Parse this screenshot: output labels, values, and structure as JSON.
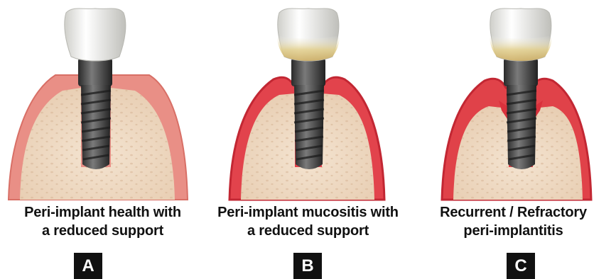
{
  "panels": [
    {
      "caption_line1": "Peri-implant health with",
      "caption_line2": "a reduced support",
      "label": "A"
    },
    {
      "caption_line1": "Peri-implant mucositis with",
      "caption_line2": "a reduced support",
      "label": "B"
    },
    {
      "caption_line1": "Recurrent / Refractory",
      "caption_line2": "peri-implantitis",
      "label": "C"
    }
  ],
  "colors": {
    "gingiva_healthy": "#e98f86",
    "gingiva_inflamed": "#d9313c",
    "bone": "#efd9c2",
    "implant": "#3d3d3d",
    "crown": "#f2f2ee",
    "plaque": "#d9c27a",
    "badge": "#111111"
  }
}
